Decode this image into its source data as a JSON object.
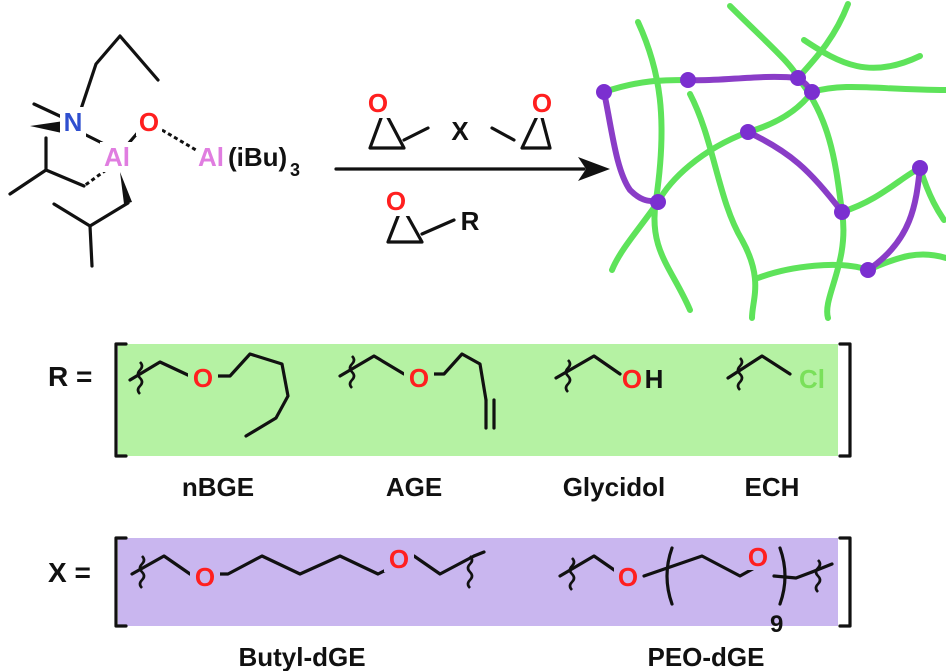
{
  "colors": {
    "oxygen": "#ff1f1f",
    "nitrogen": "#2f4fcf",
    "aluminum": "#e07de0",
    "chlorine": "#7ae05a",
    "network_green": "#5ee35a",
    "network_purple": "#8a3dc7",
    "crosslink_dot": "#7b2fd0",
    "r_panel": "#b5f2a3",
    "x_panel": "#c9b6ef",
    "black": "#111111"
  },
  "catalyst": {
    "n_label": "N",
    "o_label": "O",
    "al_label": "Al",
    "al2_label": "Al",
    "al2_ligand": "(iBu)",
    "al2_sub": "3"
  },
  "reagents": {
    "epoxide_o": "O",
    "x_label": "X",
    "r_label": "R"
  },
  "r_group": {
    "prefix": "R =",
    "o_label": "O",
    "oh_o": "O",
    "oh_h": "H",
    "cl_label": "Cl",
    "items": [
      "nBGE",
      "AGE",
      "Glycidol",
      "ECH"
    ]
  },
  "x_group": {
    "prefix": "X =",
    "o_label": "O",
    "subscript": "9",
    "items": [
      "Butyl-dGE",
      "PEO-dGE"
    ]
  }
}
